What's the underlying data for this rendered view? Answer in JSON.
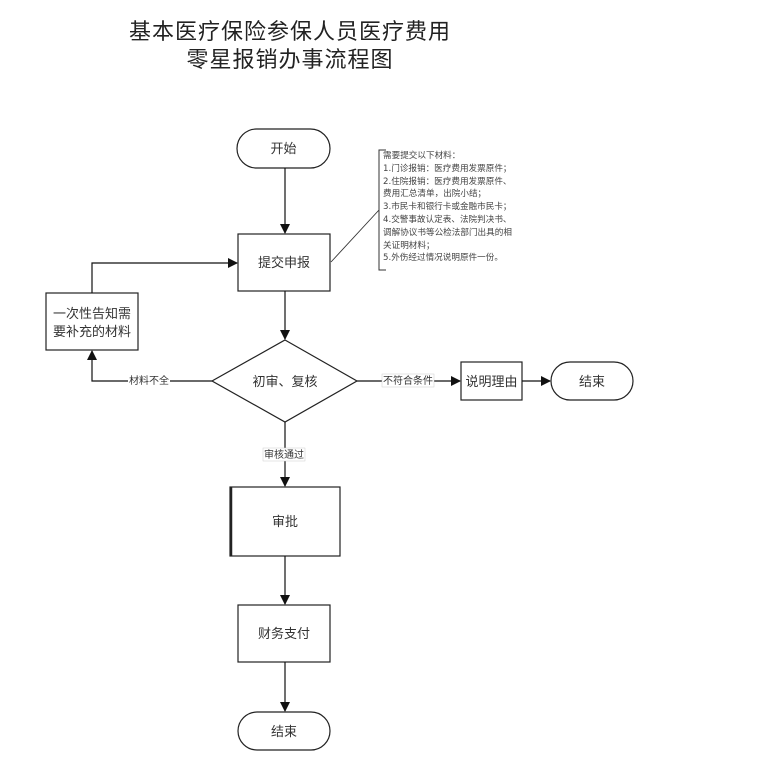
{
  "title": {
    "line1": "基本医疗保险参保人员医疗费用",
    "line2": "零星报销办事流程图"
  },
  "nodes": {
    "start": "开始",
    "submit": "提交申报",
    "notify": [
      "一次性告知需",
      "要补充的材料"
    ],
    "review": "初审、复核",
    "explain": "说明理由",
    "end_right": "结束",
    "approve": "审批",
    "pay": "财务支付",
    "end_bottom": "结束"
  },
  "edge_labels": {
    "incomplete": "材料不全",
    "not_eligible": "不符合条件",
    "passed": "审核通过"
  },
  "note": {
    "lines": [
      "需要提交以下材料：",
      "1.门诊报销：医疗费用发票原件；",
      "2.住院报销：医疗费用发票原件、",
      "费用汇总清单，出院小结；",
      "3.市民卡和银行卡或金融市民卡；",
      "4.交警事故认定表、法院判决书、",
      "调解协议书等公检法部门出具的相",
      "关证明材料；",
      "5.外伤经过情况说明原件一份。"
    ]
  }
}
